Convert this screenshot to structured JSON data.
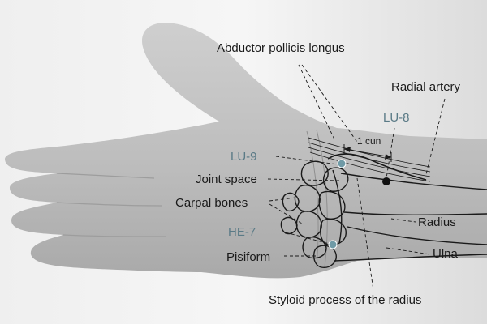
{
  "diagram": {
    "labels": {
      "abductor": "Abductor pollicis longus",
      "radial_artery": "Radial artery",
      "lu8": "LU-8",
      "cun": "1 cun",
      "lu9": "LU-9",
      "joint_space": "Joint space",
      "carpal_bones": "Carpal bones",
      "radius": "Radius",
      "he7": "HE-7",
      "ulna": "Ulna",
      "pisiform": "Pisiform",
      "styloid": "Styloid process of the radius"
    },
    "colors": {
      "point_label": "#5a7a86",
      "point_marker": "#6f9aa6",
      "lu8_marker": "#111111",
      "lines": "#1a1a1a",
      "skin": "#bdbdbd",
      "background": "#ffffff"
    }
  }
}
